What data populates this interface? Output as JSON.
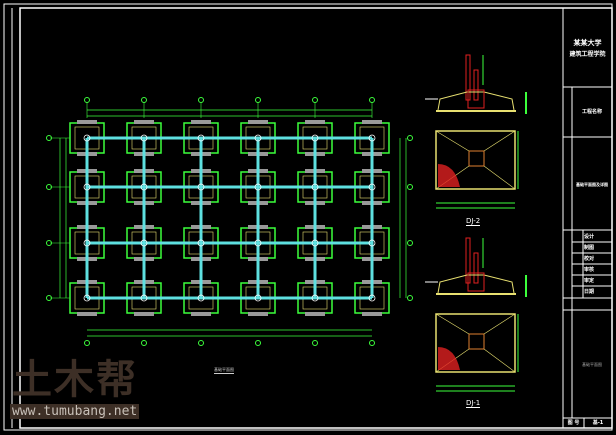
{
  "drawing": {
    "plan_title": "基础平面图",
    "detail_1_label": "DJ-2",
    "detail_2_label": "DJ-1",
    "grid_columns": 6,
    "grid_rows": 4
  },
  "title_block": {
    "school_line1": "某某大学",
    "school_line2": "建筑工程学院",
    "project": "工程名称",
    "drawing_name": "基础平面图及详图",
    "roles": [
      "设计",
      "制图",
      "校对",
      "审核",
      "审定",
      "日期"
    ],
    "drawing_title_small": "基础平面图",
    "sheet_label": "图 号",
    "sheet_no": "基-1"
  },
  "watermark": {
    "logo": "土木帮",
    "url": "www.tumubang.net"
  },
  "colors": {
    "beam": "#5ee0e0",
    "footing": "#3cff3c",
    "rebar": "#e02020",
    "outline": "#e8e070"
  }
}
